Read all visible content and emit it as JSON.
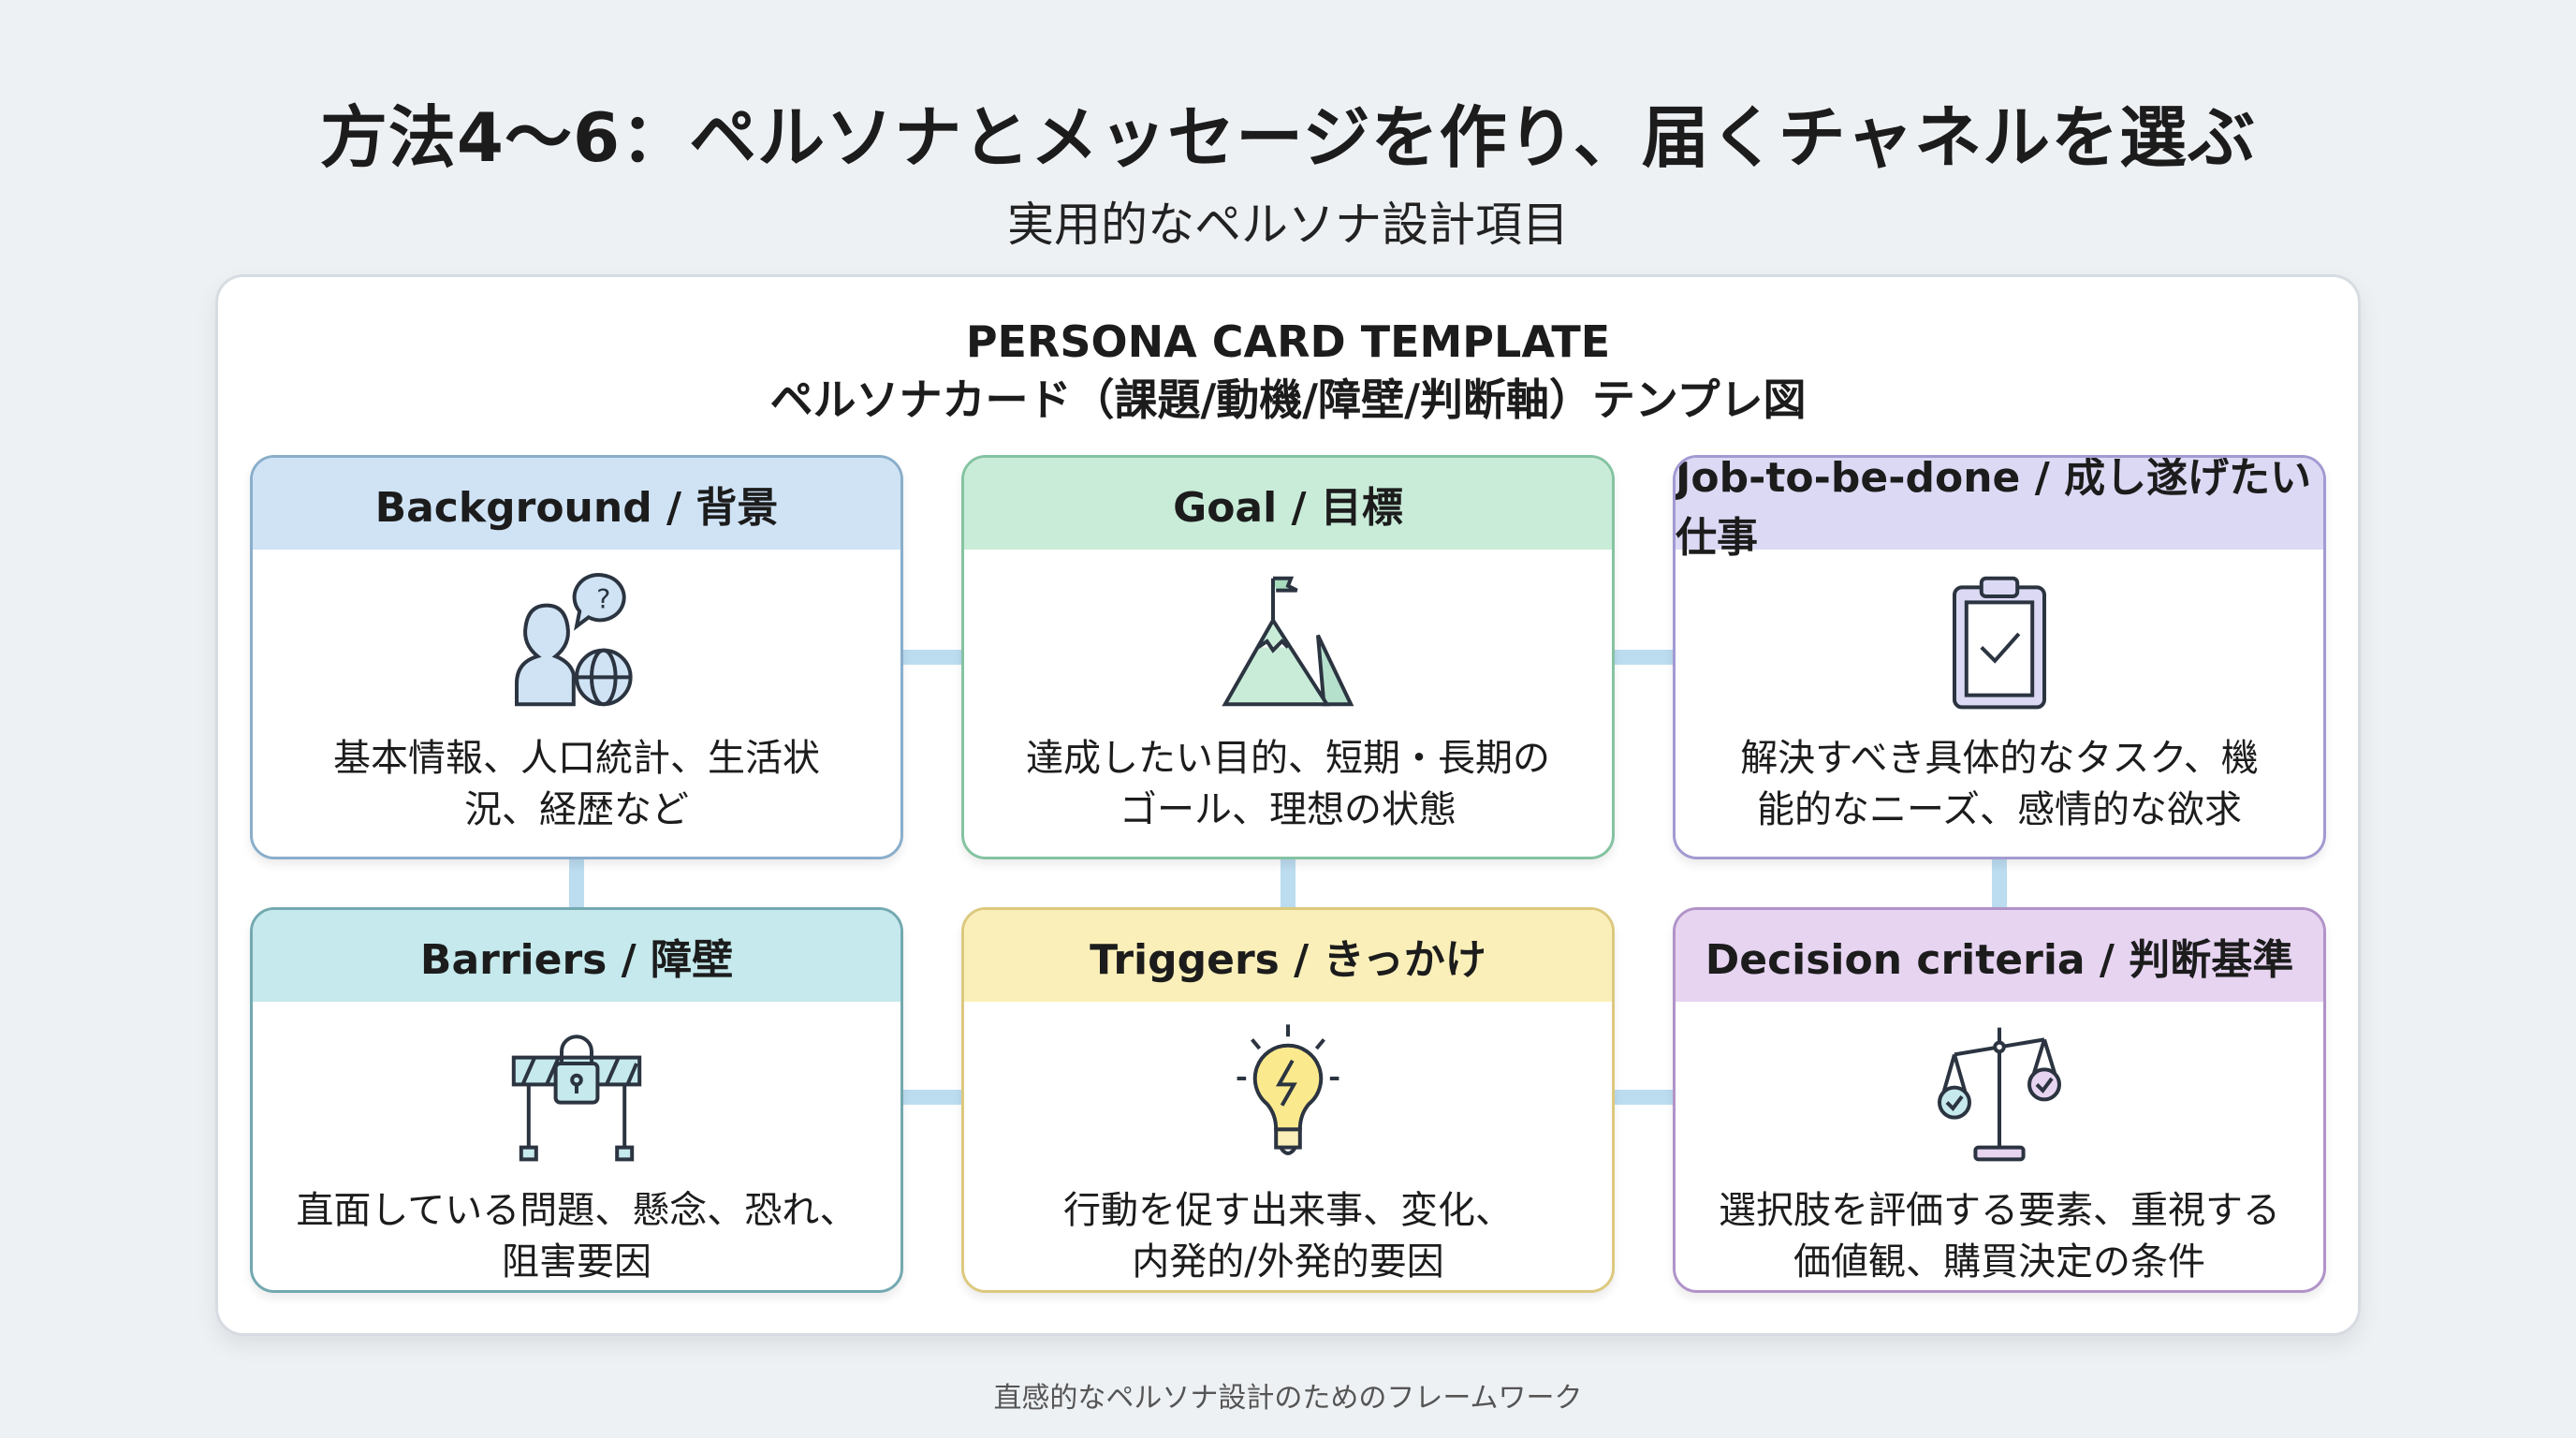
{
  "title": "方法4〜6：ペルソナとメッセージを作り、届くチャネルを選ぶ",
  "subtitle": "実用的なペルソナ設計項目",
  "panel": {
    "title_en": "PERSONA CARD TEMPLATE",
    "title_ja": "ペルソナカード（課題/動機/障壁/判断軸）テンプレ図"
  },
  "cards": [
    {
      "header": "Background / 背景",
      "icon": "person-globe-question-icon",
      "lines": [
        "基本情報、人口統計、生活状",
        "況、経歴など"
      ],
      "color": "#cfe3f5",
      "border": "#8aaecb"
    },
    {
      "header": "Goal / 目標",
      "icon": "mountain-flag-icon",
      "lines": [
        "達成したい目的、短期・長期の",
        "ゴール、理想の状態"
      ],
      "color": "#c9ecd9",
      "border": "#84c3a1"
    },
    {
      "header": "Job-to-be-done / 成し遂げたい仕事",
      "icon": "clipboard-check-icon",
      "lines": [
        "解決すべき具体的なタスク、機",
        "能的なニーズ、感情的な欲求"
      ],
      "color": "#dcd9f4",
      "border": "#a29ad2"
    },
    {
      "header": "Barriers / 障壁",
      "icon": "barrier-lock-icon",
      "lines": [
        "直面している問題、懸念、恐れ、",
        "阻害要因"
      ],
      "color": "#c5e9ec",
      "border": "#73a9b0"
    },
    {
      "header": "Triggers / きっかけ",
      "icon": "lightbulb-bolt-icon",
      "lines": [
        "行動を促す出来事、変化、",
        "内発的/外発的要因"
      ],
      "color": "#fbefb9",
      "border": "#dcc97e"
    },
    {
      "header": "Decision criteria / 判断基準",
      "icon": "balance-scale-icon",
      "lines": [
        "選択肢を評価する要素、重視する",
        "価値観、購買決定の条件"
      ],
      "color": "#e6d4f1",
      "border": "#b193c8"
    }
  ],
  "footer": "直感的なペルソナ設計のためのフレームワーク"
}
